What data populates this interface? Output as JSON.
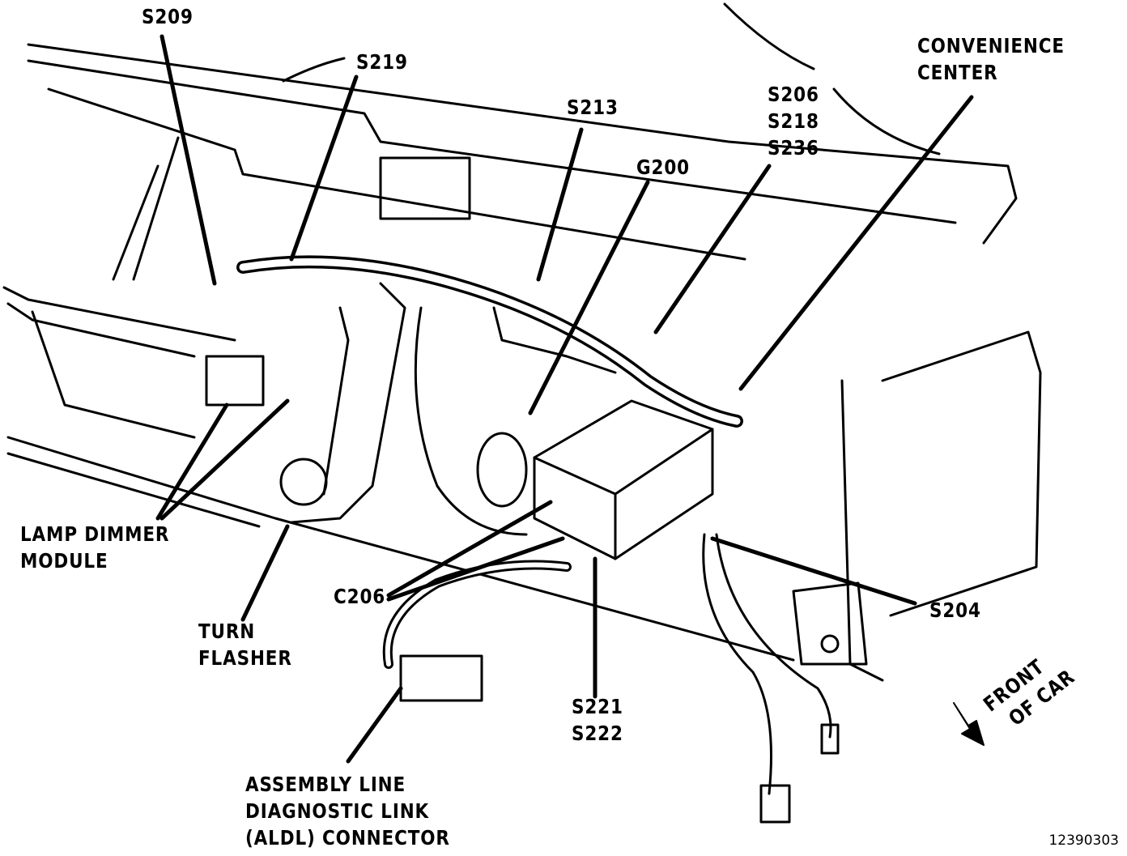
{
  "diagram": {
    "labels": {
      "s209": "S209",
      "s219": "S219",
      "s213": "S213",
      "g200": "G200",
      "s206_group": [
        "S206",
        "S218",
        "S236"
      ],
      "convenience_center": [
        "CONVENIENCE",
        "CENTER"
      ],
      "lamp_dimmer_module": [
        "LAMP DIMMER",
        "MODULE"
      ],
      "turn_flasher": [
        "TURN",
        "FLASHER"
      ],
      "c206": "C206",
      "s204": "S204",
      "s221_group": [
        "S221",
        "S222"
      ],
      "aldl_connector": [
        "ASSEMBLY LINE",
        "DIAGNOSTIC LINK",
        "(ALDL) CONNECTOR"
      ],
      "front_of_car": [
        "FRONT",
        "OF CAR"
      ]
    },
    "document_number": "12390303"
  }
}
